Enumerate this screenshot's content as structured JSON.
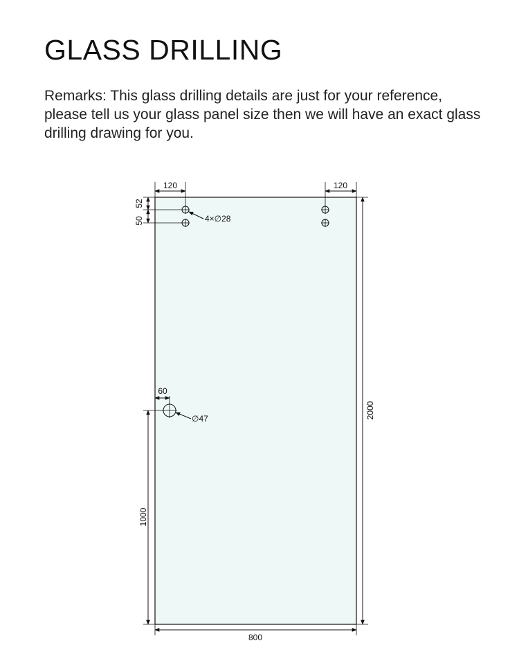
{
  "title": "GLASS DRILLING",
  "remarks": "Remarks: This glass drilling details are just for your reference, please tell us your glass panel size then we will have an exact glass drilling drawing for you.",
  "drawing": {
    "glass_color": "#eef8f7",
    "line_color": "#111111",
    "dims": {
      "top_left_offset": "120",
      "top_right_offset": "120",
      "top_hole_from_top": "52",
      "hole_spacing": "50",
      "small_hole_callout": "4×∅28",
      "handle_offset": "60",
      "handle_hole_callout": "∅47",
      "handle_height": "1000",
      "panel_height": "2000",
      "panel_width": "800"
    }
  }
}
